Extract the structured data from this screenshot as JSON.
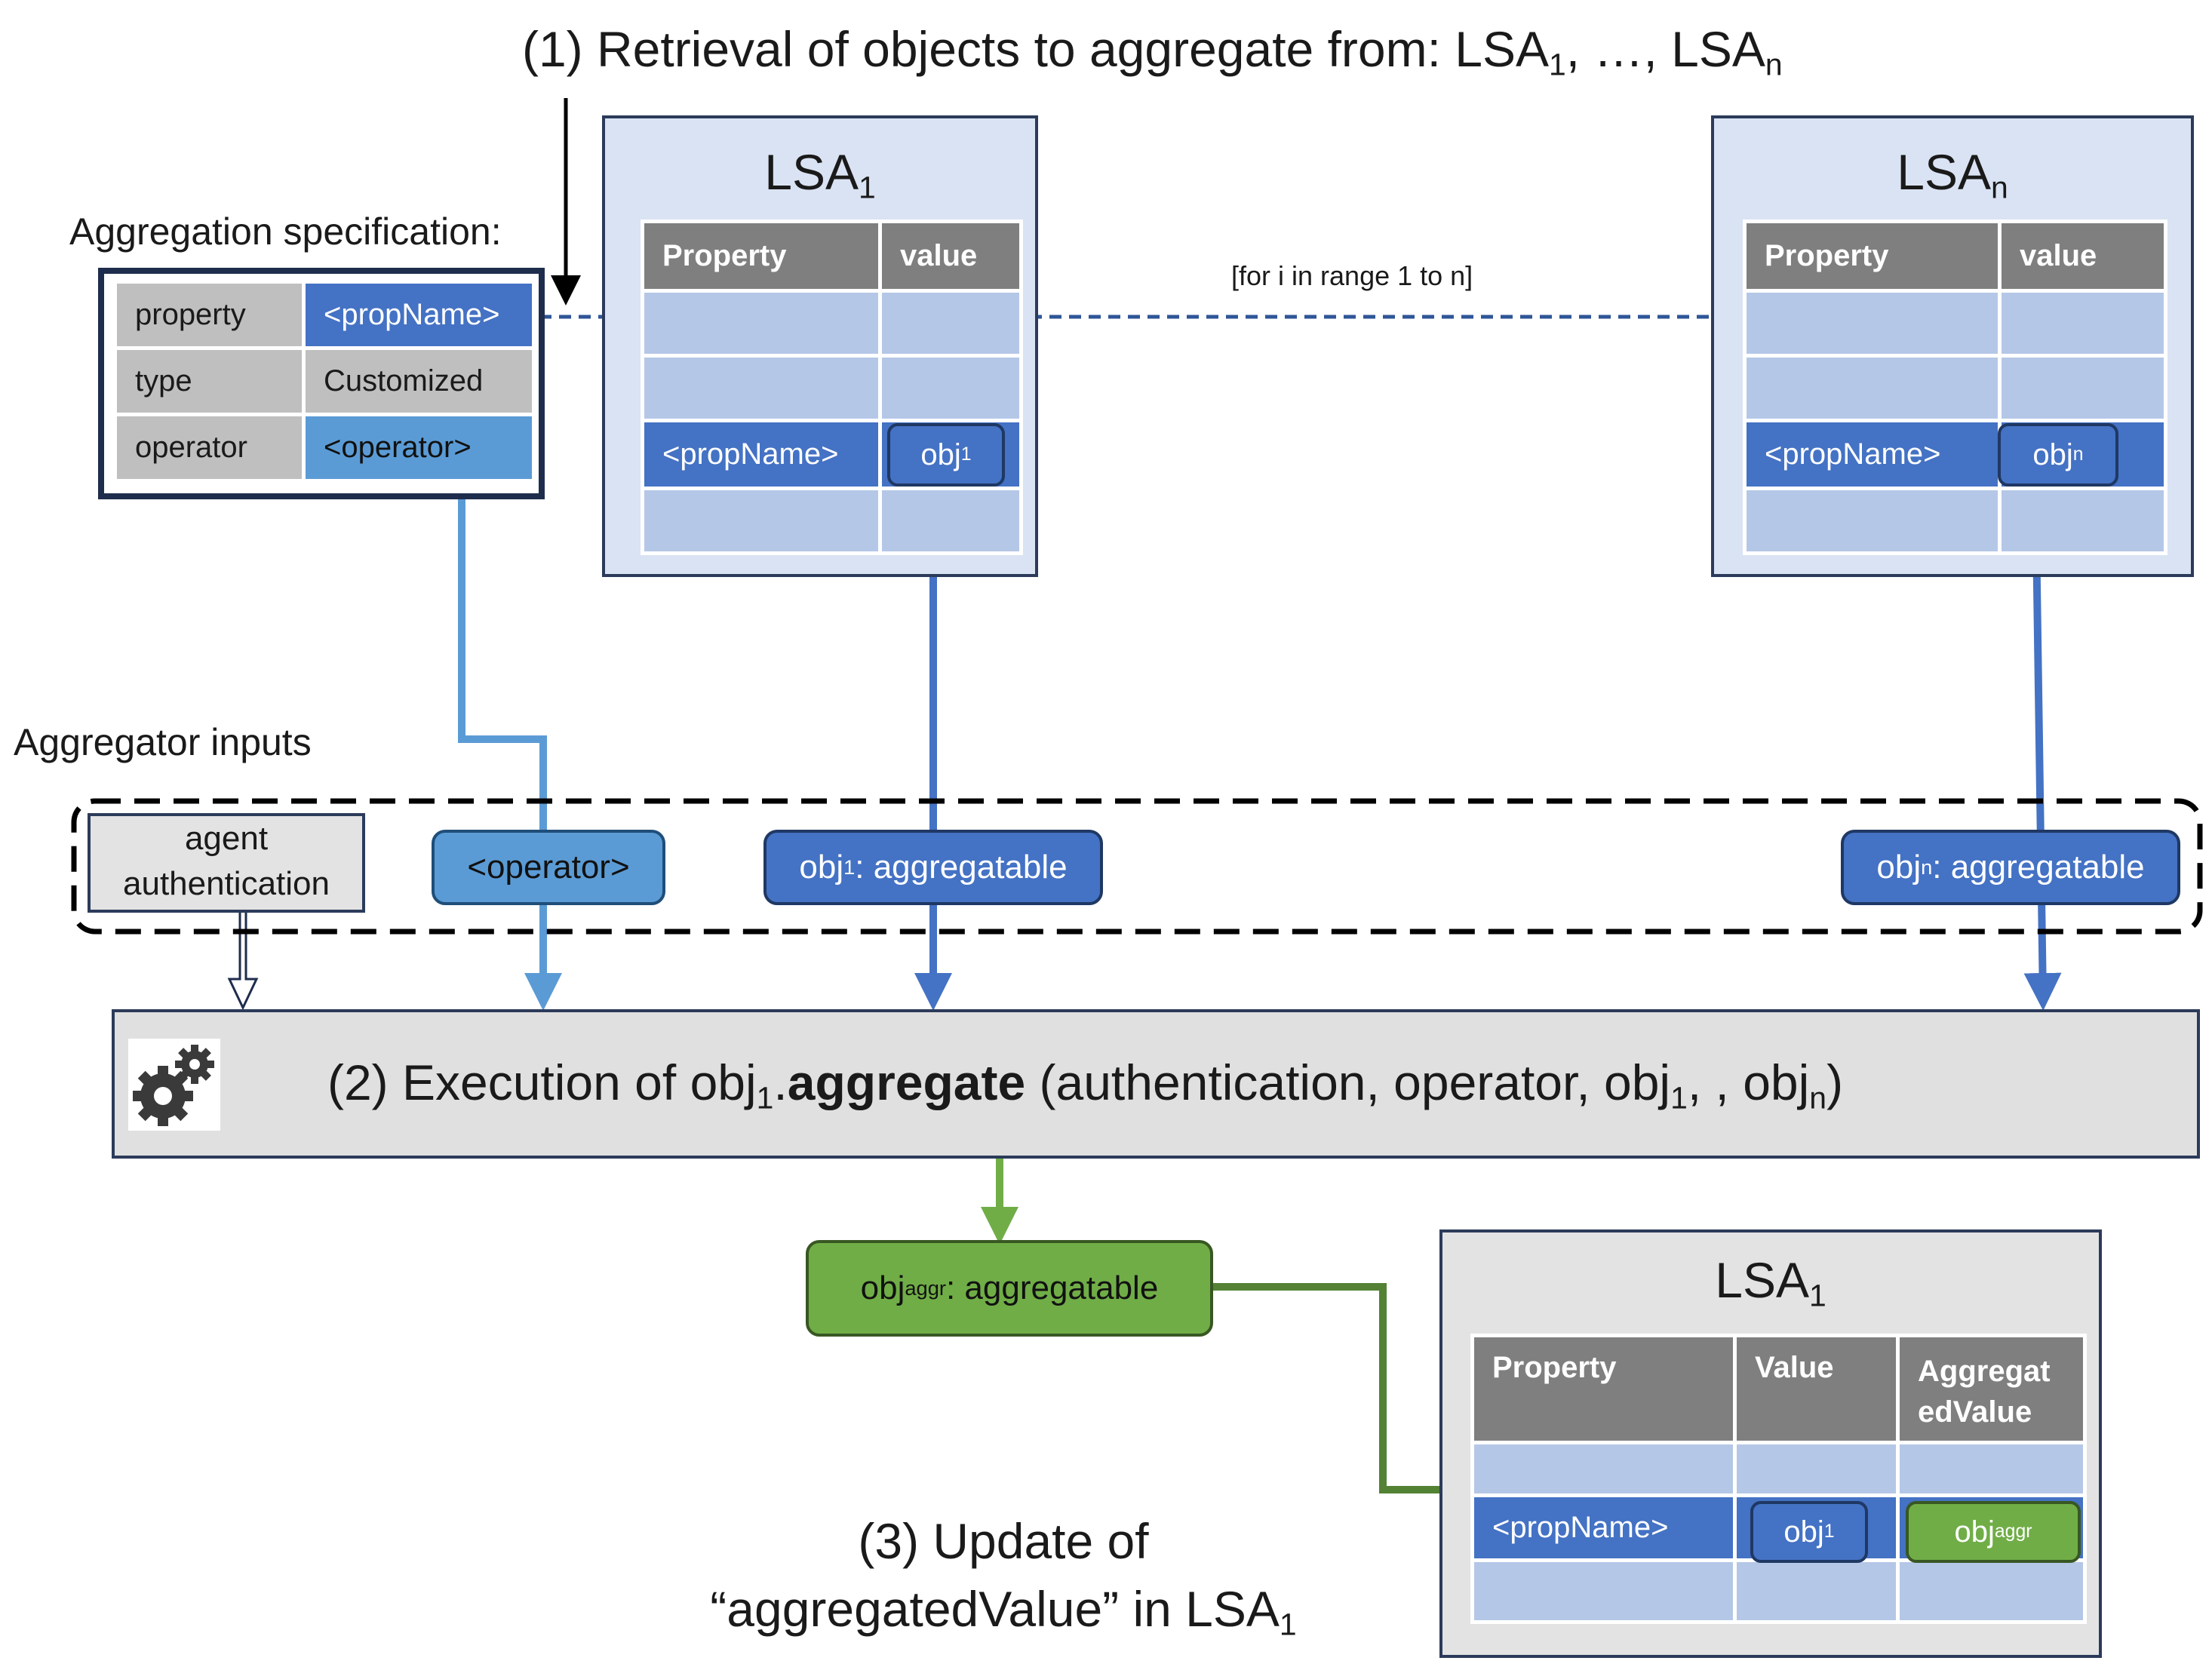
{
  "step1": {
    "text": "(1)  Retrieval of objects to aggregate from: LSA",
    "sub_first": "1",
    "sep": ",  …, LSA",
    "sub_last": "n"
  },
  "spec": {
    "title": "Aggregation specification:",
    "rows": [
      {
        "key": "property",
        "value": "<propName>"
      },
      {
        "key": "type",
        "value": "Customized"
      },
      {
        "key": "operator",
        "value": "<operator>"
      }
    ]
  },
  "lsa_first": {
    "name": "LSA",
    "sub": "1",
    "headers": [
      "Property",
      "value"
    ],
    "prop_cell": "<propName>",
    "obj": "obj",
    "obj_sub": "1"
  },
  "lsa_last": {
    "name": "LSA",
    "sub": "n",
    "headers": [
      "Property",
      "value"
    ],
    "prop_cell": "<propName>",
    "obj": "obj",
    "obj_sub": "n"
  },
  "loop_label": "[for i in range 1 to n]",
  "inputs": {
    "title": "Aggregator inputs",
    "agent_line1": "agent",
    "agent_line2": "authentication",
    "operator": "<operator>",
    "obj1_a": "obj",
    "obj1_sub": "1",
    "obj1_b": ": aggregatable",
    "objn_a": "obj",
    "objn_sub": "n",
    "objn_b": ": aggregatable"
  },
  "step2": {
    "a": "(2) Execution of  obj",
    "sub1": "1",
    "dot": ".",
    "bold": "aggregate",
    "b": " (authentication, operator, obj",
    "sub2": "1",
    "c": ",    , obj",
    "sub3": "n",
    "d": ")"
  },
  "aggr_obj": {
    "a": "obj",
    "sub": "aggr",
    "b": ": aggregatable"
  },
  "lsa_result": {
    "name": "LSA",
    "sub": "1",
    "headers": [
      "Property",
      "Value",
      "Aggregat edValue"
    ],
    "prop_cell": "<propName>",
    "obj": "obj",
    "obj_sub": "1",
    "aggr": "obj",
    "aggr_sub": "aggr"
  },
  "step3": {
    "line1": "(3) Update of",
    "line2": "“aggregatedValue” in LSA",
    "line2_sub": "1"
  },
  "colors": {
    "light_blue": "#5b9bd5",
    "blue": "#4472c4",
    "green": "#70ad47",
    "dark_green": "#548235",
    "navy": "#2f5597"
  },
  "icons": {
    "gears": "gears-icon"
  }
}
